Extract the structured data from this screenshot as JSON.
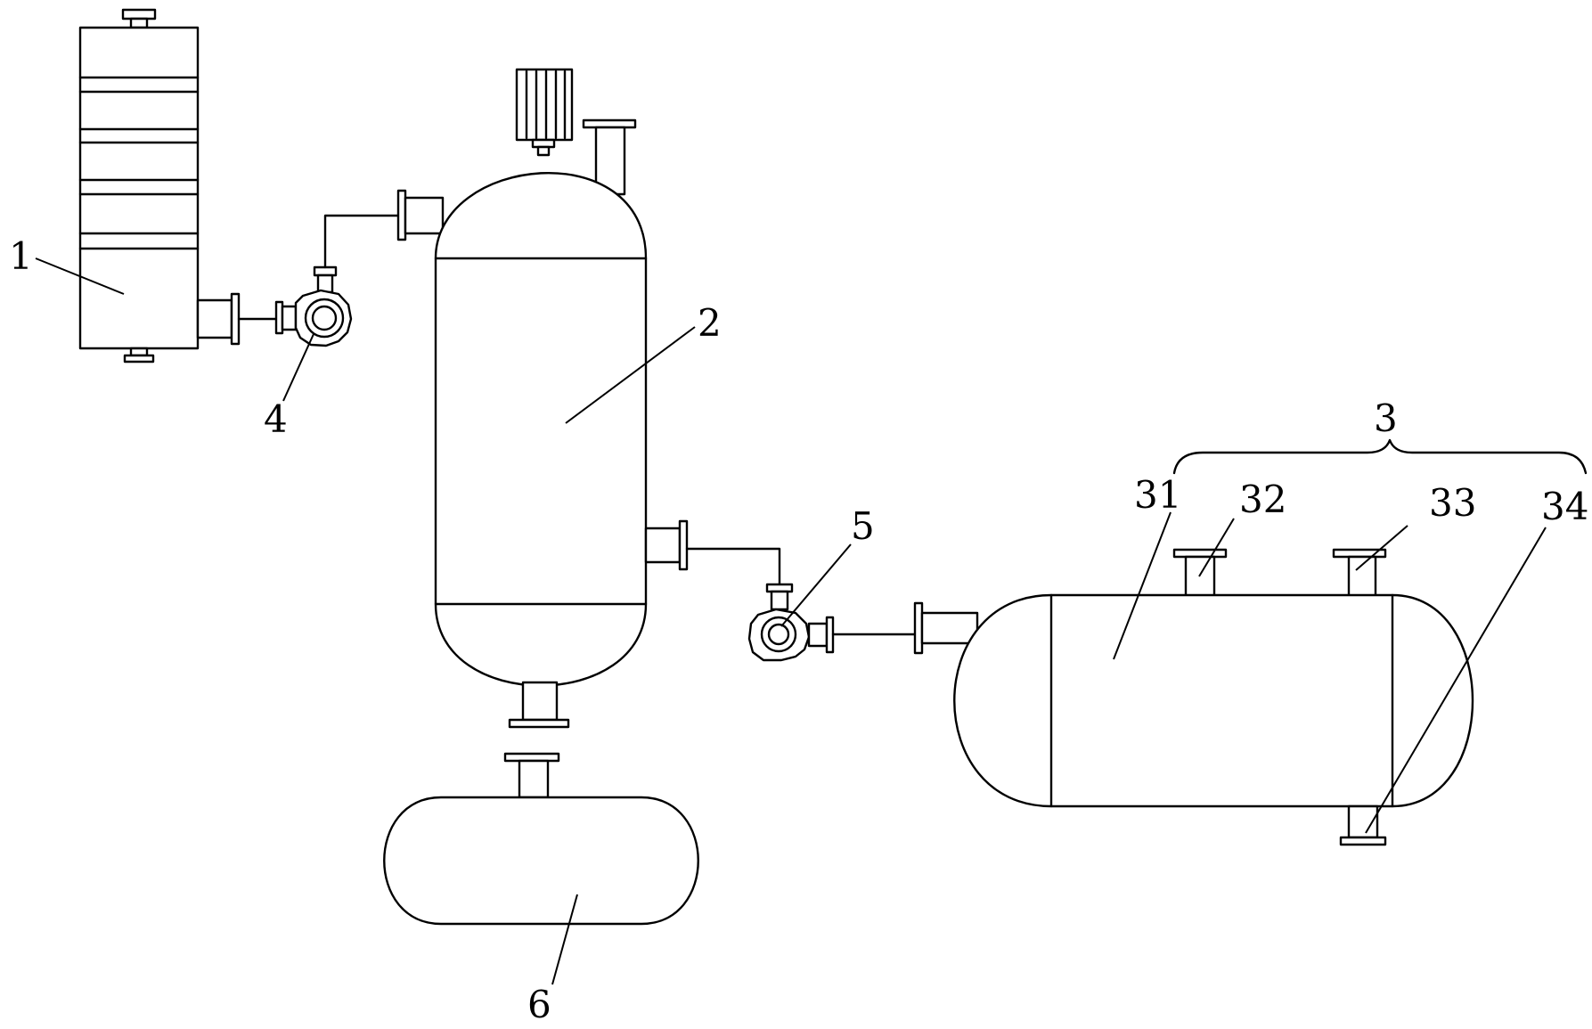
{
  "labels": {
    "tank_1": "1",
    "vessel_2": "2",
    "assembly_3": "3",
    "pump_4": "4",
    "pump_5": "5",
    "tank_6": "6",
    "part_31": "31",
    "part_32": "32",
    "part_33": "33",
    "part_34": "34"
  },
  "colors": {
    "line": "#000000",
    "background": "#ffffff"
  }
}
